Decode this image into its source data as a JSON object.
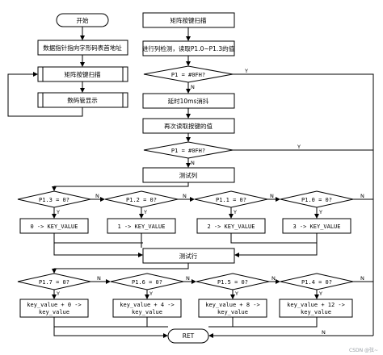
{
  "flow": {
    "start": "开始",
    "init_pointer": "数据指针指向字形码表首地址",
    "matrix_scan_left": "矩阵按键扫描",
    "display": "数码管显示",
    "matrix_scan_title": "矩阵按键扫描",
    "column_detect": "进行列检测，读取P1.0~P1.3的值",
    "check_p1_first": "P1 = #0FH?",
    "debounce": "延时10ms消抖",
    "reread": "再次读取按键的值",
    "check_p1_second": "P1 = #0FH?",
    "test_column": "测试列",
    "col_checks": [
      "P1.3 = 0?",
      "P1.2 = 0?",
      "P1.1 = 0?",
      "P1.0 = 0?"
    ],
    "col_results": [
      "0 -> KEY_VALUE",
      "1 -> KEY_VALUE",
      "2 -> KEY_VALUE",
      "3 -> KEY_VALUE"
    ],
    "test_row": "测试行",
    "row_checks": [
      "P1.7 = 0?",
      "P1.6 = 0?",
      "P1.5 = 0?",
      "P1.4 = 0?"
    ],
    "row_results_line1": [
      "key_value + 0 ->",
      "key_value + 4 ->",
      "key_value + 8 ->",
      "key_value + 12 ->"
    ],
    "row_results_line2": [
      "key_value",
      "key_value",
      "key_value",
      "key_value"
    ],
    "ret": "RET",
    "yes": "Y",
    "no": "N"
  },
  "watermark": "CSDN @弦~"
}
